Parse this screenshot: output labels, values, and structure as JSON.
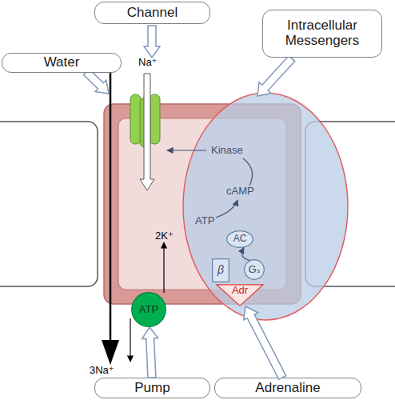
{
  "diagram": {
    "nodes": [
      {
        "text": [
          "Channel"
        ]
      },
      {
        "text": [
          "Intracellular Messengers"
        ]
      },
      {
        "text": [
          "Water"
        ]
      },
      {
        "text": [
          "AC"
        ]
      },
      {
        "text": [
          "Gₛ"
        ]
      },
      {
        "text": [
          "β"
        ]
      },
      {
        "text": [
          "ATP"
        ]
      },
      {
        "text": [
          "Adr"
        ]
      },
      {
        "text": [
          "Pump"
        ]
      },
      {
        "text": [
          "Adrenaline"
        ]
      }
    ],
    "edges": [
      {
        "from": 4,
        "to": 3,
        "arrow": "to"
      },
      {
        "from": 8,
        "to": 6,
        "arrow": "to"
      },
      {
        "from": 9,
        "to": 7,
        "arrow": "to"
      }
    ],
    "labels": [
      "Na⁺",
      "Kinase",
      "cAMP",
      "ATP",
      "2K⁺",
      "3Na⁺"
    ]
  }
}
